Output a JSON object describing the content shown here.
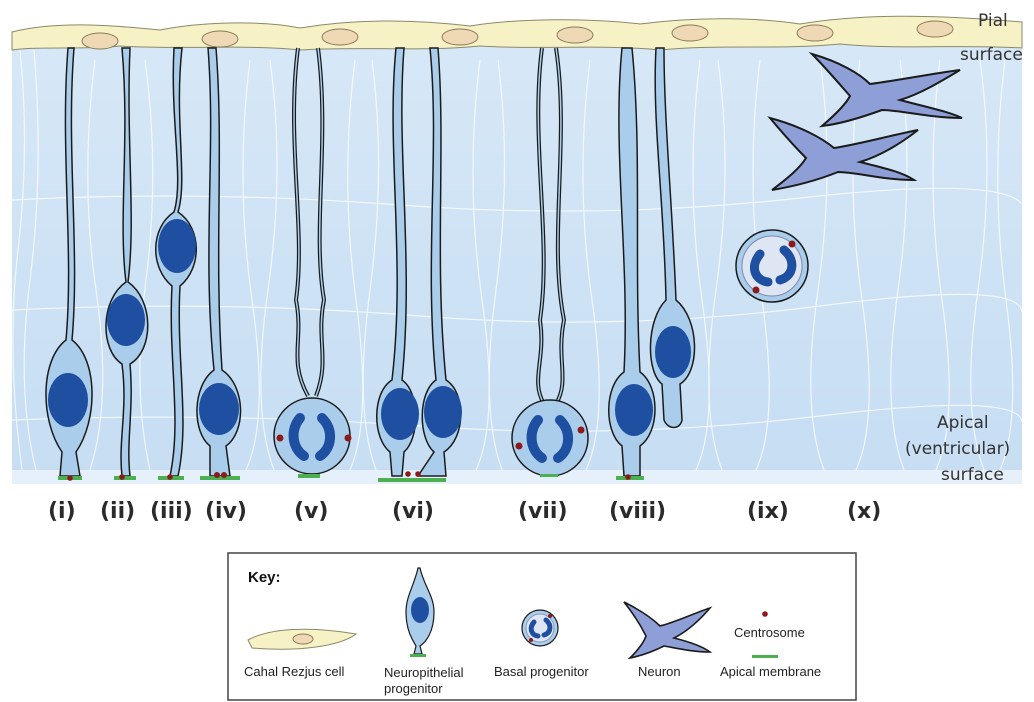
{
  "surfaces": {
    "pial_line1": "Pial",
    "pial_line2": "surface",
    "apical_line1": "Apical",
    "apical_line2": "(ventricular)",
    "apical_line3": "surface"
  },
  "stage_labels": [
    "(i)",
    "(ii)",
    "(iii)",
    "(iv)",
    "(v)",
    "(vi)",
    "(vii)",
    "(viii)",
    "(ix)",
    "(x)"
  ],
  "key": {
    "title": "Key:",
    "items": {
      "cahal": "Cahal Rezjus cell",
      "neuro_line1": "Neuropithelial",
      "neuro_line2": "progenitor",
      "basal": "Basal progenitor",
      "neuron": "Neuron",
      "centrosome": "Centrosome",
      "apical": "Apical membrane"
    }
  },
  "colors": {
    "tissue": "#cfe3f5",
    "pial_cell": "#f7f1c6",
    "cell_body": "#a9cdea",
    "nucleus": "#1f4fa0",
    "neuron": "#8d9fd6",
    "centrosome": "#8b1a1a",
    "apical_membrane": "#4caf50"
  }
}
